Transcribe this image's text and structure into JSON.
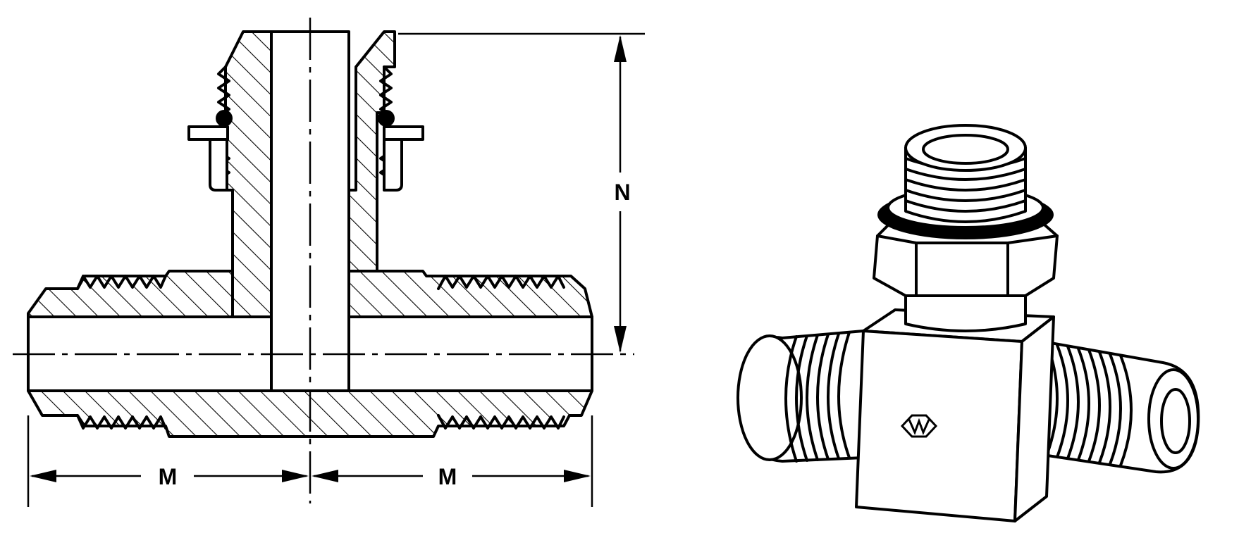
{
  "section_view": {
    "dimension_labels": {
      "left_length": "M",
      "right_length": "M",
      "height": "N"
    }
  },
  "emblem": {
    "icon": "hexagon-logo-icon"
  },
  "colors": {
    "ink": "#000000",
    "paper": "#ffffff"
  }
}
